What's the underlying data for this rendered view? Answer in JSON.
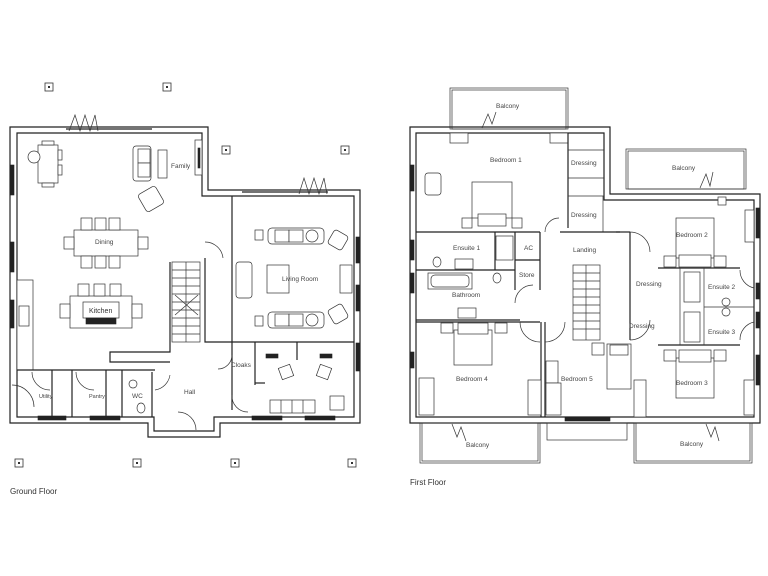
{
  "plan": {
    "ground_floor": {
      "title": "Ground Floor",
      "rooms": {
        "family": "Family",
        "dining": "Dining",
        "kitchen": "Kitchen",
        "living_room": "Living Room",
        "utility": "Utility",
        "pantry": "Pantry",
        "wc": "WC",
        "hall": "Hall",
        "cloaks": "Cloaks"
      }
    },
    "first_floor": {
      "title": "First Floor",
      "rooms": {
        "balcony_top": "Balcony",
        "balcony_right": "Balcony",
        "balcony_bottom_left": "Balcony",
        "balcony_bottom_right": "Balcony",
        "bedroom1": "Bedroom 1",
        "dressing1": "Dressing",
        "dressing2": "Dressing",
        "bedroom2": "Bedroom 2",
        "ensuite1": "Ensuite 1",
        "ac": "AC",
        "store": "Store",
        "landing": "Landing",
        "bathroom": "Bathroom",
        "dressing3": "Dressing",
        "ensuite2": "Ensuite 2",
        "dressing4": "Dressing",
        "ensuite3": "Ensuite 3",
        "bedroom3": "Bedroom 3",
        "bedroom4": "Bedroom 4",
        "bedroom5": "Bedroom 5"
      }
    }
  }
}
